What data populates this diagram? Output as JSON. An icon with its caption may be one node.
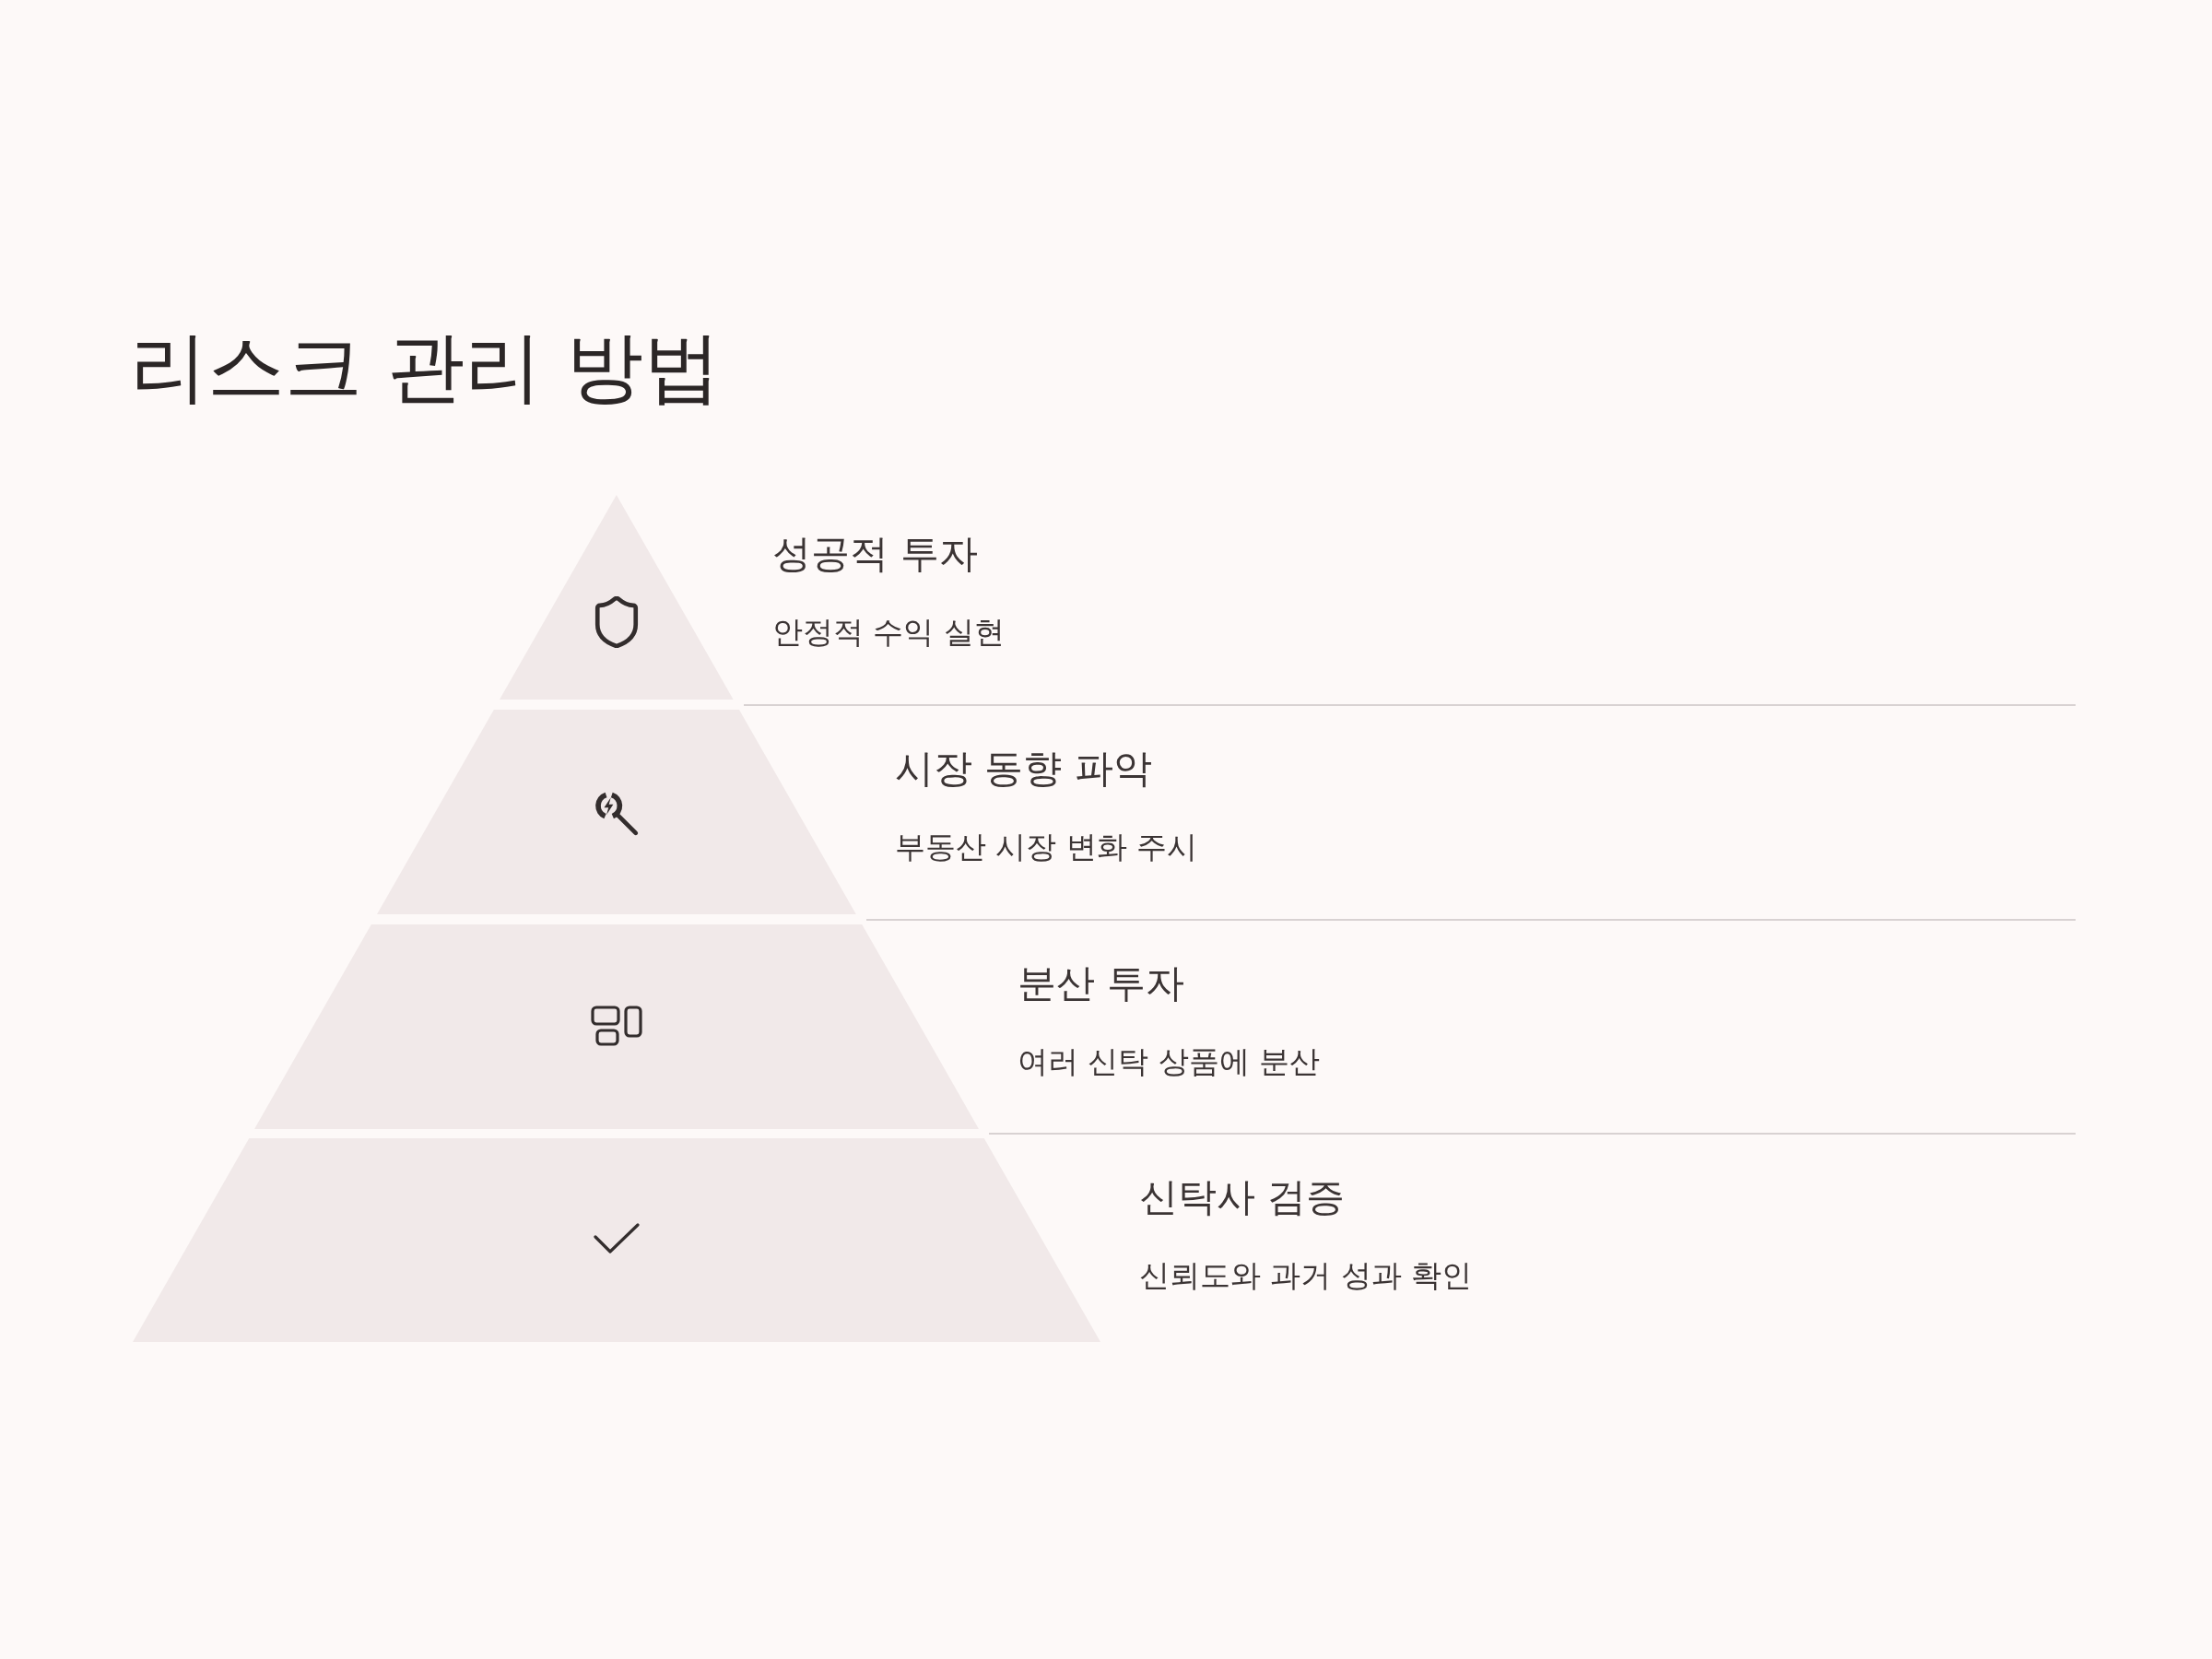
{
  "diagram": {
    "title": "리스크 관리 방법",
    "nodes": [
      {
        "text": [],
        "shape": "triangle",
        "beside": [
          "성공적 투자",
          "안정적 수익 실현"
        ]
      },
      {
        "text": [],
        "shape": "trapezoid",
        "beside": [
          "시장 동향 파악",
          "부동산 시장 변화 주시"
        ]
      },
      {
        "text": [],
        "shape": "trapezoid",
        "beside": [
          "분산 투자",
          "여러 신탁 상품에 분산"
        ]
      },
      {
        "text": [],
        "shape": "trapezoid",
        "beside": [
          "신탁사 검증",
          "신뢰도와 과거 성과 확인"
        ]
      }
    ]
  }
}
